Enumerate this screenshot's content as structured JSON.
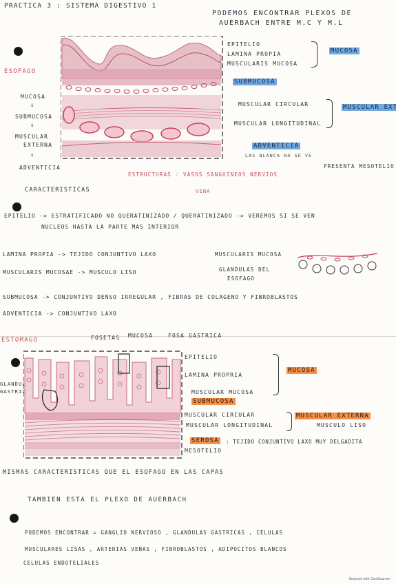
{
  "header": {
    "title": "PRACTICA 3 : SISTEMA DIGESTIVO 1",
    "note_line1": "PODEMOS ENCONTRAR PLEXOS DE",
    "note_line2": "AUERBACH ENTRE M.C Y M.L"
  },
  "esofago": {
    "label": "ESOFAGO",
    "sequence": [
      "MUCOSA",
      "SUBMUCOSA",
      "MUSCULAR",
      "EXTERNA",
      "ADVENTICIA"
    ],
    "layers": {
      "epitelio": "EPITELIO",
      "lamina_propia": "LAMINA PROPIA",
      "muscularis_mucosa": "MUSCULARIS MUCOSA",
      "mucosa": "MUCOSA",
      "submucosa": "SUBMUCOSA",
      "muscular_circular": "MUSCULAR CIRCULAR",
      "muscular_longitudinal": "MUSCULAR LONGITUDINAL",
      "muscular_externa": "MUSCULAR EXTERNA",
      "adventicia": "ADVENTICIA",
      "adventicia_note": "LAS BLANCA NO SE VE",
      "mesotelio_note": "PRESENTA MESOTELIO"
    },
    "estructuras": "ESTRUCTURAS : VASOS SANGUINEOS NERVIOS",
    "estructuras_extra": "VENA",
    "caracteristicas": "CARACTERISTICAS",
    "epitelio_line1": "EPITELIO -> ESTRATIFICADO NO QUERATINIZADO / QUERATINIZADO -> VEREMOS SI SE VEN",
    "epitelio_line2": "NUCLEOS HASTA LA PARTE MAS INTERIOR",
    "lamina_line": "LAMINA PROPIA -> TEJIDO CONJUNTIVO LAXO",
    "muscularis_line": "MUSCULARIS MUCOSAE -> MUSCULO LISO",
    "submucosa_line": "SUBMUCOSA -> CONJUNTIVO DENSO IRREGULAR , FIBRAS DE COLAGENO Y FIBROBLASTOS",
    "adventicia_line": "ADVENTICIA -> CONJUNTIVO LAXO",
    "side_label1": "MUSCULARIS MUCOSA",
    "side_label2": "GLANDULAS DEL",
    "side_label3": "ESOFAGO"
  },
  "estomago": {
    "label": "ESTOMAGO",
    "top_labels": [
      "FOSETAS",
      "MUCOSA",
      "FOSA GASTRICA"
    ],
    "glandulas_label1": "GLANDULAS",
    "glandulas_label2": "GASTRICAS",
    "layers": {
      "epitelio": "EPITELIO",
      "lamina_propria": "LAMINA PROPRIA",
      "muscular_mucosa": "MUSCULAR MUCOSA",
      "mucosa": "MUCOSA",
      "submucosa": "SUBMUCOSA",
      "muscular_circular": "MUSCULAR CIRCULAR",
      "muscular_longitudinal": "MUSCULAR LONGITUDINAL",
      "muscular_externa": "MUSCULAR EXTERNA",
      "musculo_liso": "MUSCULO LISO",
      "serosa": "SEROSA",
      "serosa_note": ": TEJIDO CONJUNTIVO LAXO MUY DELGADITA",
      "mesotelio": "MESOTELIO"
    },
    "mismas_line": "MISMAS CARACTERISTICAS QUE EL ESOFAGO EN LAS CAPAS",
    "plexo_line": "TAMBIEN ESTA EL PLEXO DE AUERBACH",
    "final_line1": "PODEMOS ENCONTRAR = GANGLIO NERVIOSO , GLANDULAS GASTRICAS , CELULAS",
    "final_line2": "MUSCULARES LISAS , ARTERIAS VENAS , FIBROBLASTOS , ADIPOCITOS BLANCOS",
    "final_line3": "CELULAS ENDOTELIALES"
  },
  "scanner_badge": "Scanned with CamScanner",
  "colors": {
    "mucosa_highlight": "#6fa9de",
    "stomach_highlight": "#f4904a",
    "tissue_pink": "#e3a9b6",
    "tissue_red": "#c4455b"
  }
}
